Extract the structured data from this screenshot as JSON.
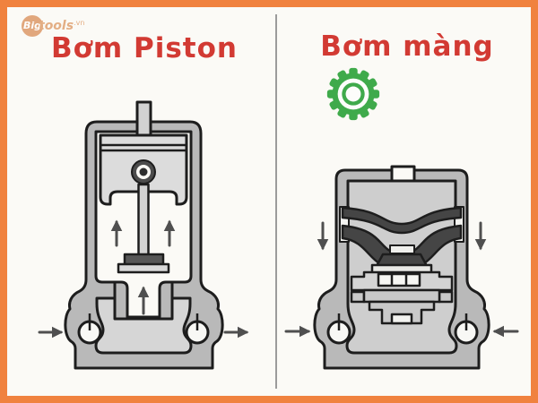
{
  "left_panel": {
    "title": "Bơm Piston"
  },
  "right_panel": {
    "title": "Bơm màng"
  },
  "watermark": {
    "big": "Big",
    "tools": "tools",
    "vn": ".vn"
  },
  "icons": {
    "gear": "gear-icon",
    "left_diagram": "piston-pump-cross-section",
    "right_diagram": "diaphragm-pump-cross-section"
  },
  "colors": {
    "border_orange": "#f0823f",
    "background": "#fbfaf6",
    "divider_gray": "#9b9b9b",
    "title_red": "#d23a33",
    "gear_green": "#3faa4b",
    "outline": "#1d1d1d",
    "body_gray": "#b9b9b9",
    "cavity_gray": "#d6d6d6",
    "diaphragm_dark": "#454545",
    "arrow_gray": "#4f4f4f",
    "watermark_tan": "#e2a87b"
  }
}
